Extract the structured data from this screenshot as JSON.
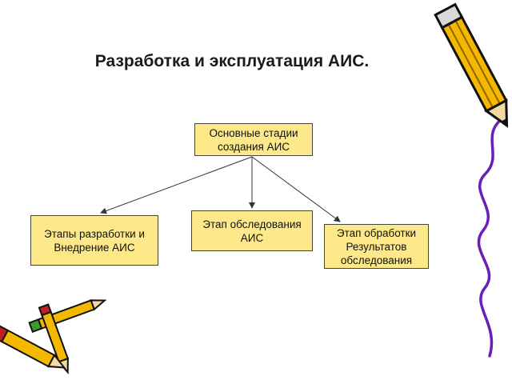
{
  "title": "Разработка и эксплуатация АИС.",
  "root": {
    "label": "Основные стадии\nсоздания АИС"
  },
  "children": [
    {
      "label": "Этапы разработки и\nВнедрение АИС"
    },
    {
      "label": "Этап обследования\nАИС"
    },
    {
      "label": "Этап обработки\nРезультатов\nобследования"
    }
  ],
  "decorations": [
    "pencil-icon",
    "wavy-line"
  ],
  "colors": {
    "box_fill": "#fde98a",
    "pencil_body": "#f5b800",
    "wave": "#6a1fb8"
  }
}
